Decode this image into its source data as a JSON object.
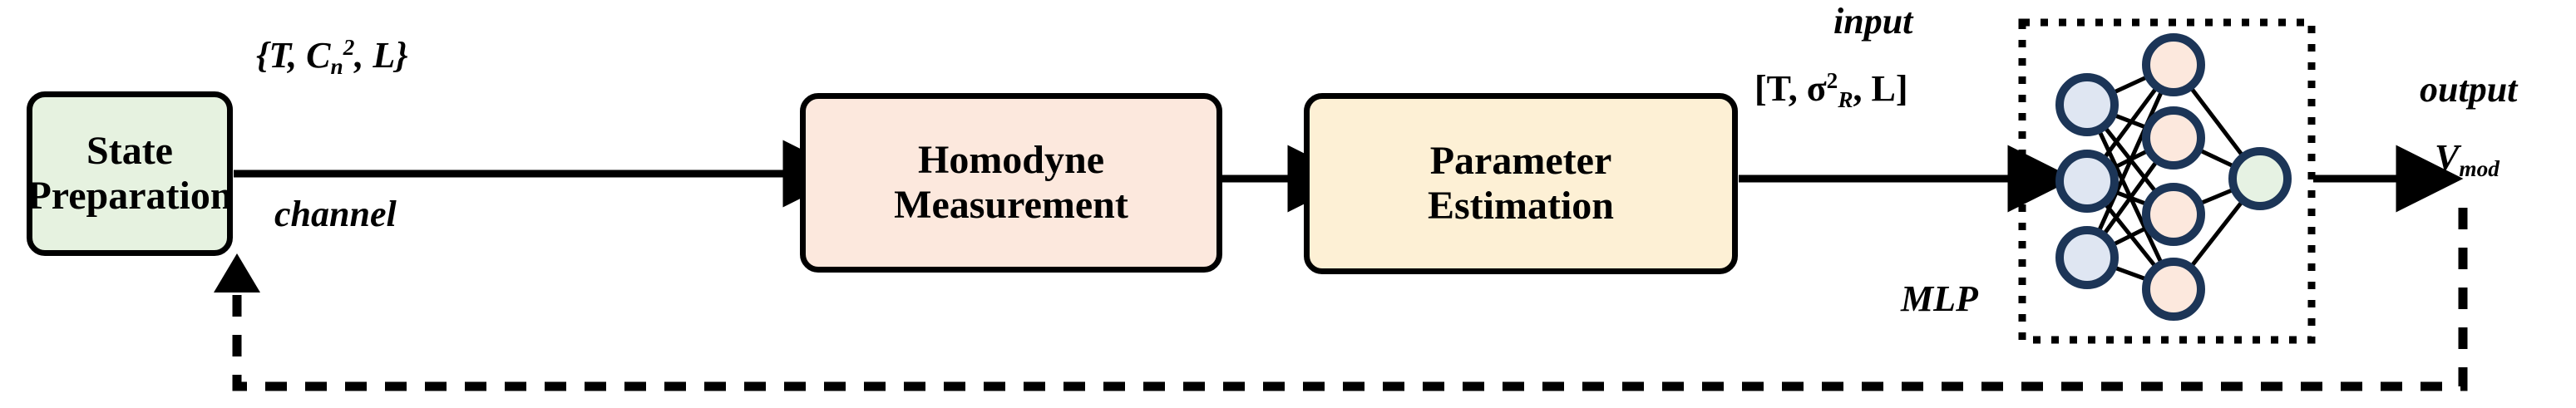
{
  "figure": {
    "type": "flow-diagram",
    "title": "CV-QKD pipeline with MLP-based modulation variance optimization",
    "background": "#ffffff"
  },
  "blocks": [
    {
      "id": "state-preparation",
      "label_lines": [
        "State",
        "Preparation"
      ],
      "fill": "#e6f2e0",
      "stroke": "#000000"
    },
    {
      "id": "homodyne-measurement",
      "label_lines": [
        "Homodyne",
        "Measurement"
      ],
      "fill": "#fce8dd",
      "stroke": "#000000"
    },
    {
      "id": "parameter-estimation",
      "label_lines": [
        "Parameter",
        "Estimation"
      ],
      "fill": "#fdf0d5",
      "stroke": "#000000"
    }
  ],
  "labels": {
    "channel_params": {
      "prefix": "{T, C",
      "sub": "n",
      "sup": "2",
      "suffix": ", L}"
    },
    "channel": "channel",
    "input_word": "input",
    "input_vector": {
      "prefix": "[T, σ",
      "sup": "2",
      "sub": "R",
      "suffix": ", L]"
    },
    "mlp": "MLP",
    "output_word": "output",
    "output_vector": {
      "prefix": "V",
      "sub": "mod"
    }
  },
  "mlp": {
    "box_style": "dotted",
    "layers": [
      {
        "name": "input-layer",
        "node_count": 3,
        "fill": "#dfe6f2",
        "stroke": "#1c3557"
      },
      {
        "name": "hidden-layer",
        "node_count": 4,
        "fill": "#fce8dd",
        "stroke": "#1c3557"
      },
      {
        "name": "output-layer",
        "node_count": 1,
        "fill": "#e6f2e3",
        "stroke": "#1c3557"
      }
    ]
  },
  "connectors": [
    {
      "id": "state-to-homodyne",
      "style": "solid",
      "direction": "right"
    },
    {
      "id": "homodyne-to-parameter",
      "style": "solid",
      "direction": "right"
    },
    {
      "id": "parameter-to-mlp",
      "style": "solid",
      "direction": "right"
    },
    {
      "id": "mlp-to-output",
      "style": "solid",
      "direction": "right"
    },
    {
      "id": "feedback-output-to-state",
      "style": "dashed",
      "direction": "up"
    }
  ],
  "colors": {
    "line": "#000000",
    "node_stroke": "#1c3557",
    "node_blue": "#dfe6f2",
    "node_peach": "#fce8dd",
    "node_green": "#e6f2e3",
    "box_green": "#e6f2e0",
    "box_peach": "#fce8dd",
    "box_cream": "#fdf0d5"
  }
}
